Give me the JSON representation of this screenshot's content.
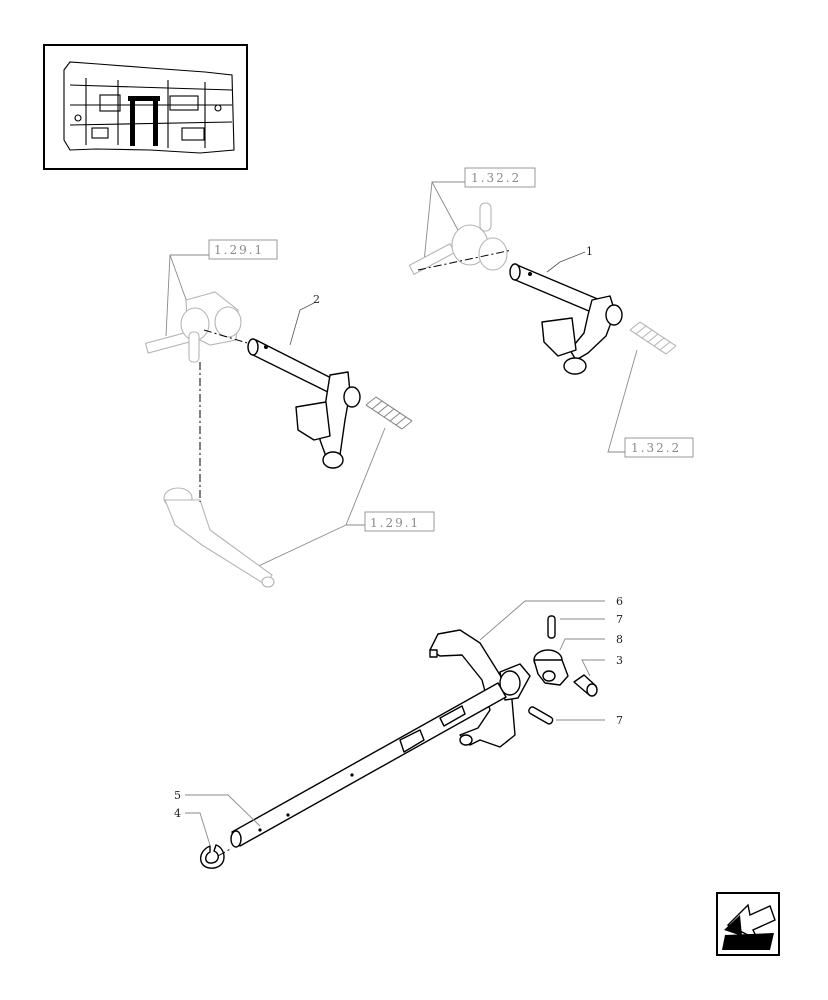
{
  "references": {
    "ref_top_right": "1.32.2",
    "ref_mid_right": "1.32.2",
    "ref_top_left": "1.29.1",
    "ref_mid_left": "1.29.1"
  },
  "part_numbers": {
    "p1": "1",
    "p2": "2",
    "p3": "3",
    "p4": "4",
    "p5": "5",
    "p6": "6",
    "p7a": "7",
    "p7b": "7",
    "p8": "8"
  },
  "icons": {
    "thumbnail": "gearbox-thumbnail-icon",
    "nav": "back-arrow-icon"
  }
}
